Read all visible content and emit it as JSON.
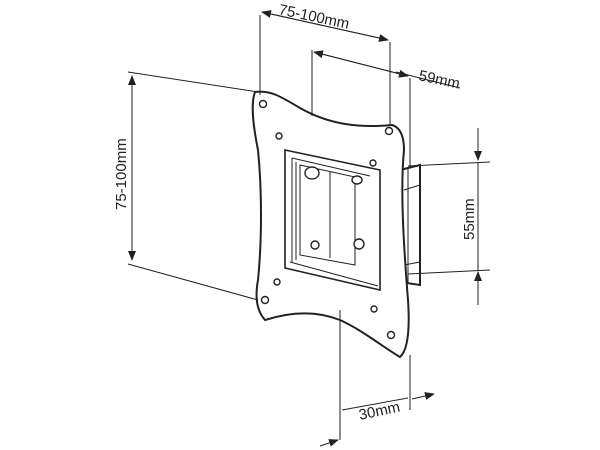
{
  "dimensions": {
    "top_width": "75-100mm",
    "depth_top": "59mm",
    "left_height": "75-100mm",
    "right_height": "55mm",
    "bottom_depth": "30mm"
  }
}
